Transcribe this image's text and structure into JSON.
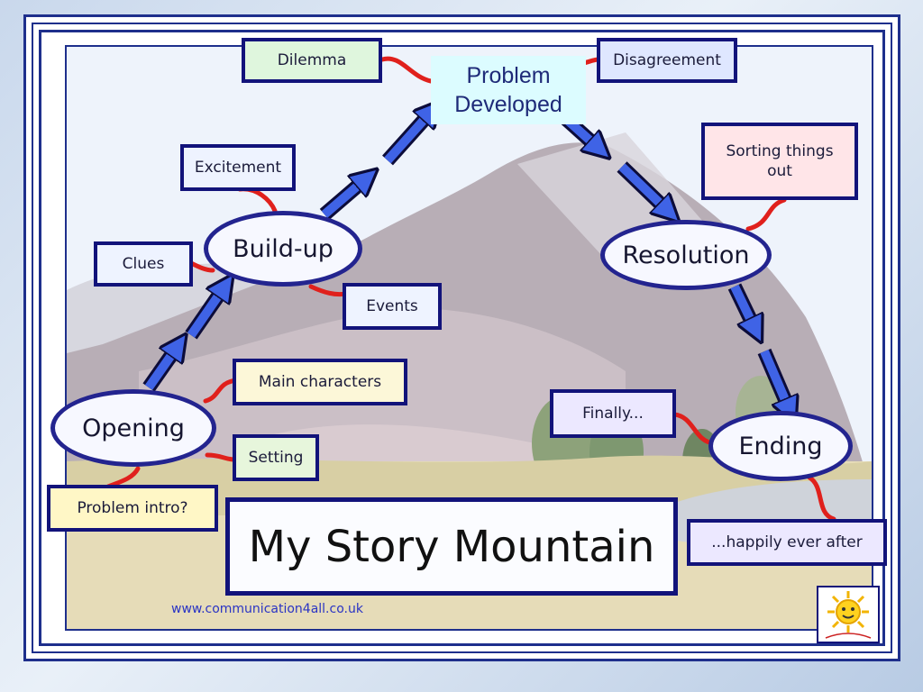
{
  "title": "My Story Mountain",
  "website": "www.communication4all.co.uk",
  "stages": {
    "opening": "Opening",
    "buildup": "Build-up",
    "problem": "Problem Developed",
    "resolution": "Resolution",
    "ending": "Ending"
  },
  "notes": {
    "dilemma": "Dilemma",
    "disagreement": "Disagreement",
    "excitement": "Excitement",
    "clues": "Clues",
    "events": "Events",
    "main_characters": "Main characters",
    "setting": "Setting",
    "problem_intro": "Problem intro?",
    "sorting": "Sorting things out",
    "finally": "Finally...",
    "happily": "...happily ever after"
  },
  "colors": {
    "frame": "#1e2f8c",
    "arrow": "#3f63e6",
    "connector": "#e0201c",
    "box_border": "#12137a"
  }
}
